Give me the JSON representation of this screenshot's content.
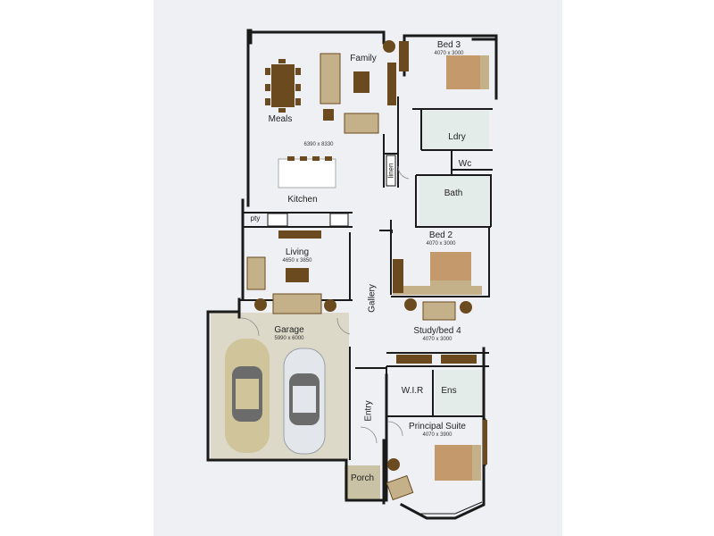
{
  "rooms": {
    "family": {
      "name": "Family"
    },
    "meals": {
      "name": "Meals"
    },
    "family_meals_kitchen": {
      "dim": "6390 x 8330"
    },
    "kitchen": {
      "name": "Kitchen"
    },
    "pantry": {
      "name": "pty"
    },
    "linen": {
      "name": "linen"
    },
    "bed3": {
      "name": "Bed 3",
      "dim": "4070 x 3000"
    },
    "laundry": {
      "name": "Ldry"
    },
    "wc": {
      "name": "Wc"
    },
    "bath": {
      "name": "Bath"
    },
    "bed2": {
      "name": "Bed 2",
      "dim": "4070 x 3000"
    },
    "living": {
      "name": "Living",
      "dim": "4650 x 3850"
    },
    "gallery": {
      "name": "Gallery"
    },
    "garage": {
      "name": "Garage",
      "dim": "5990 x 6000"
    },
    "study": {
      "name": "Study/bed 4",
      "dim": "4070 x 3000"
    },
    "wir": {
      "name": "W.I.R"
    },
    "ensuite": {
      "name": "Ens"
    },
    "entry": {
      "name": "Entry"
    },
    "principal": {
      "name": "Principal Suite",
      "dim": "4070 x 3900"
    },
    "porch": {
      "name": "Porch"
    }
  },
  "colors": {
    "wall": "#1a1a1a",
    "furniture_dark": "#6b4a1f",
    "furniture_tan": "#c4b18a",
    "car_tan": "#cfc49a",
    "car_grey": "#cfd2d6",
    "tile": "#e4ecea",
    "porch": "#c9c2a4",
    "sheet": "#eef0f3"
  }
}
